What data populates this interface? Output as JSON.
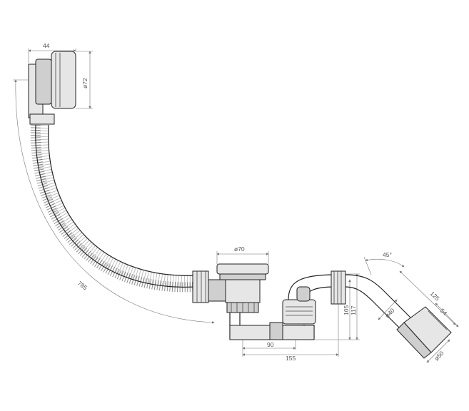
{
  "dimensions": {
    "overflow_width": "44",
    "overflow_diameter": "ø72",
    "hose_length": "785",
    "waste_diameter": "ø70",
    "elbow_angle": "45°",
    "outlet_diameter": "ø40",
    "outlet_length": "125",
    "connector_length": "54",
    "connector_diameter": "ø50",
    "height_inner": "105",
    "height_outer": "117",
    "trap_offset": "90",
    "total_offset": "155"
  },
  "colors": {
    "line": "#222222",
    "dimension": "#777777",
    "fill": "#e6e6e6"
  }
}
